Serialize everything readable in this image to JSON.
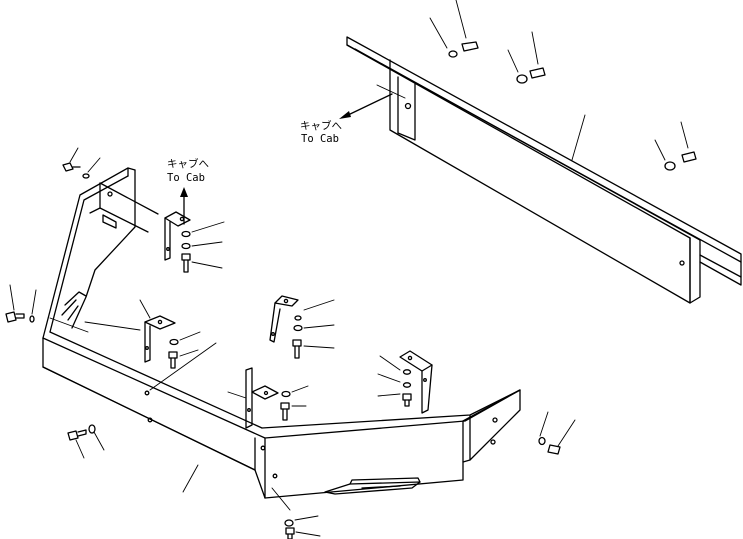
{
  "annotations": {
    "cab_direction_upper_jp": "キャブへ",
    "cab_direction_upper_en": "To Cab",
    "cab_direction_left_jp": "キャブへ",
    "cab_direction_left_en": "To Cab"
  },
  "colors": {
    "line": "#000000",
    "background": "#ffffff"
  }
}
